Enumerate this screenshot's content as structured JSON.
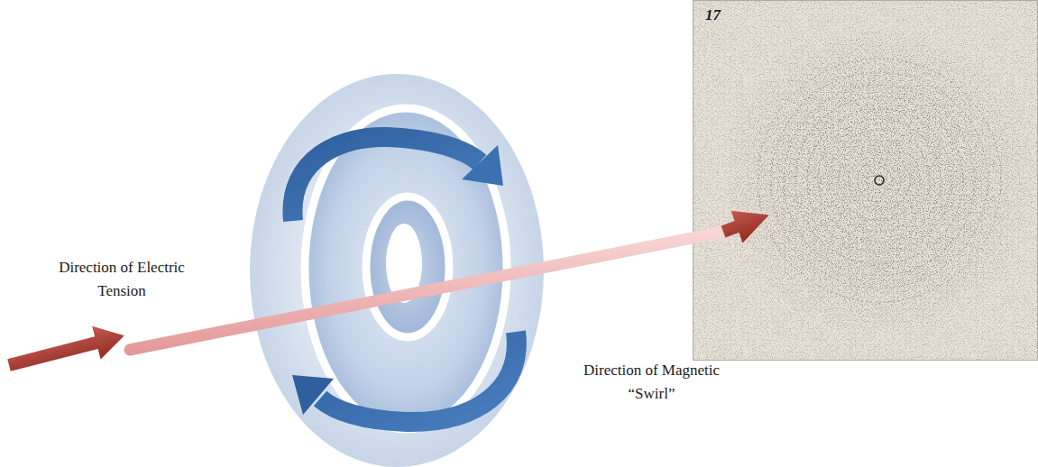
{
  "diagram": {
    "labels": [
      "Direction of Electric Tension",
      "Direction of Magnetic “Swirl”",
      "17"
    ]
  }
}
